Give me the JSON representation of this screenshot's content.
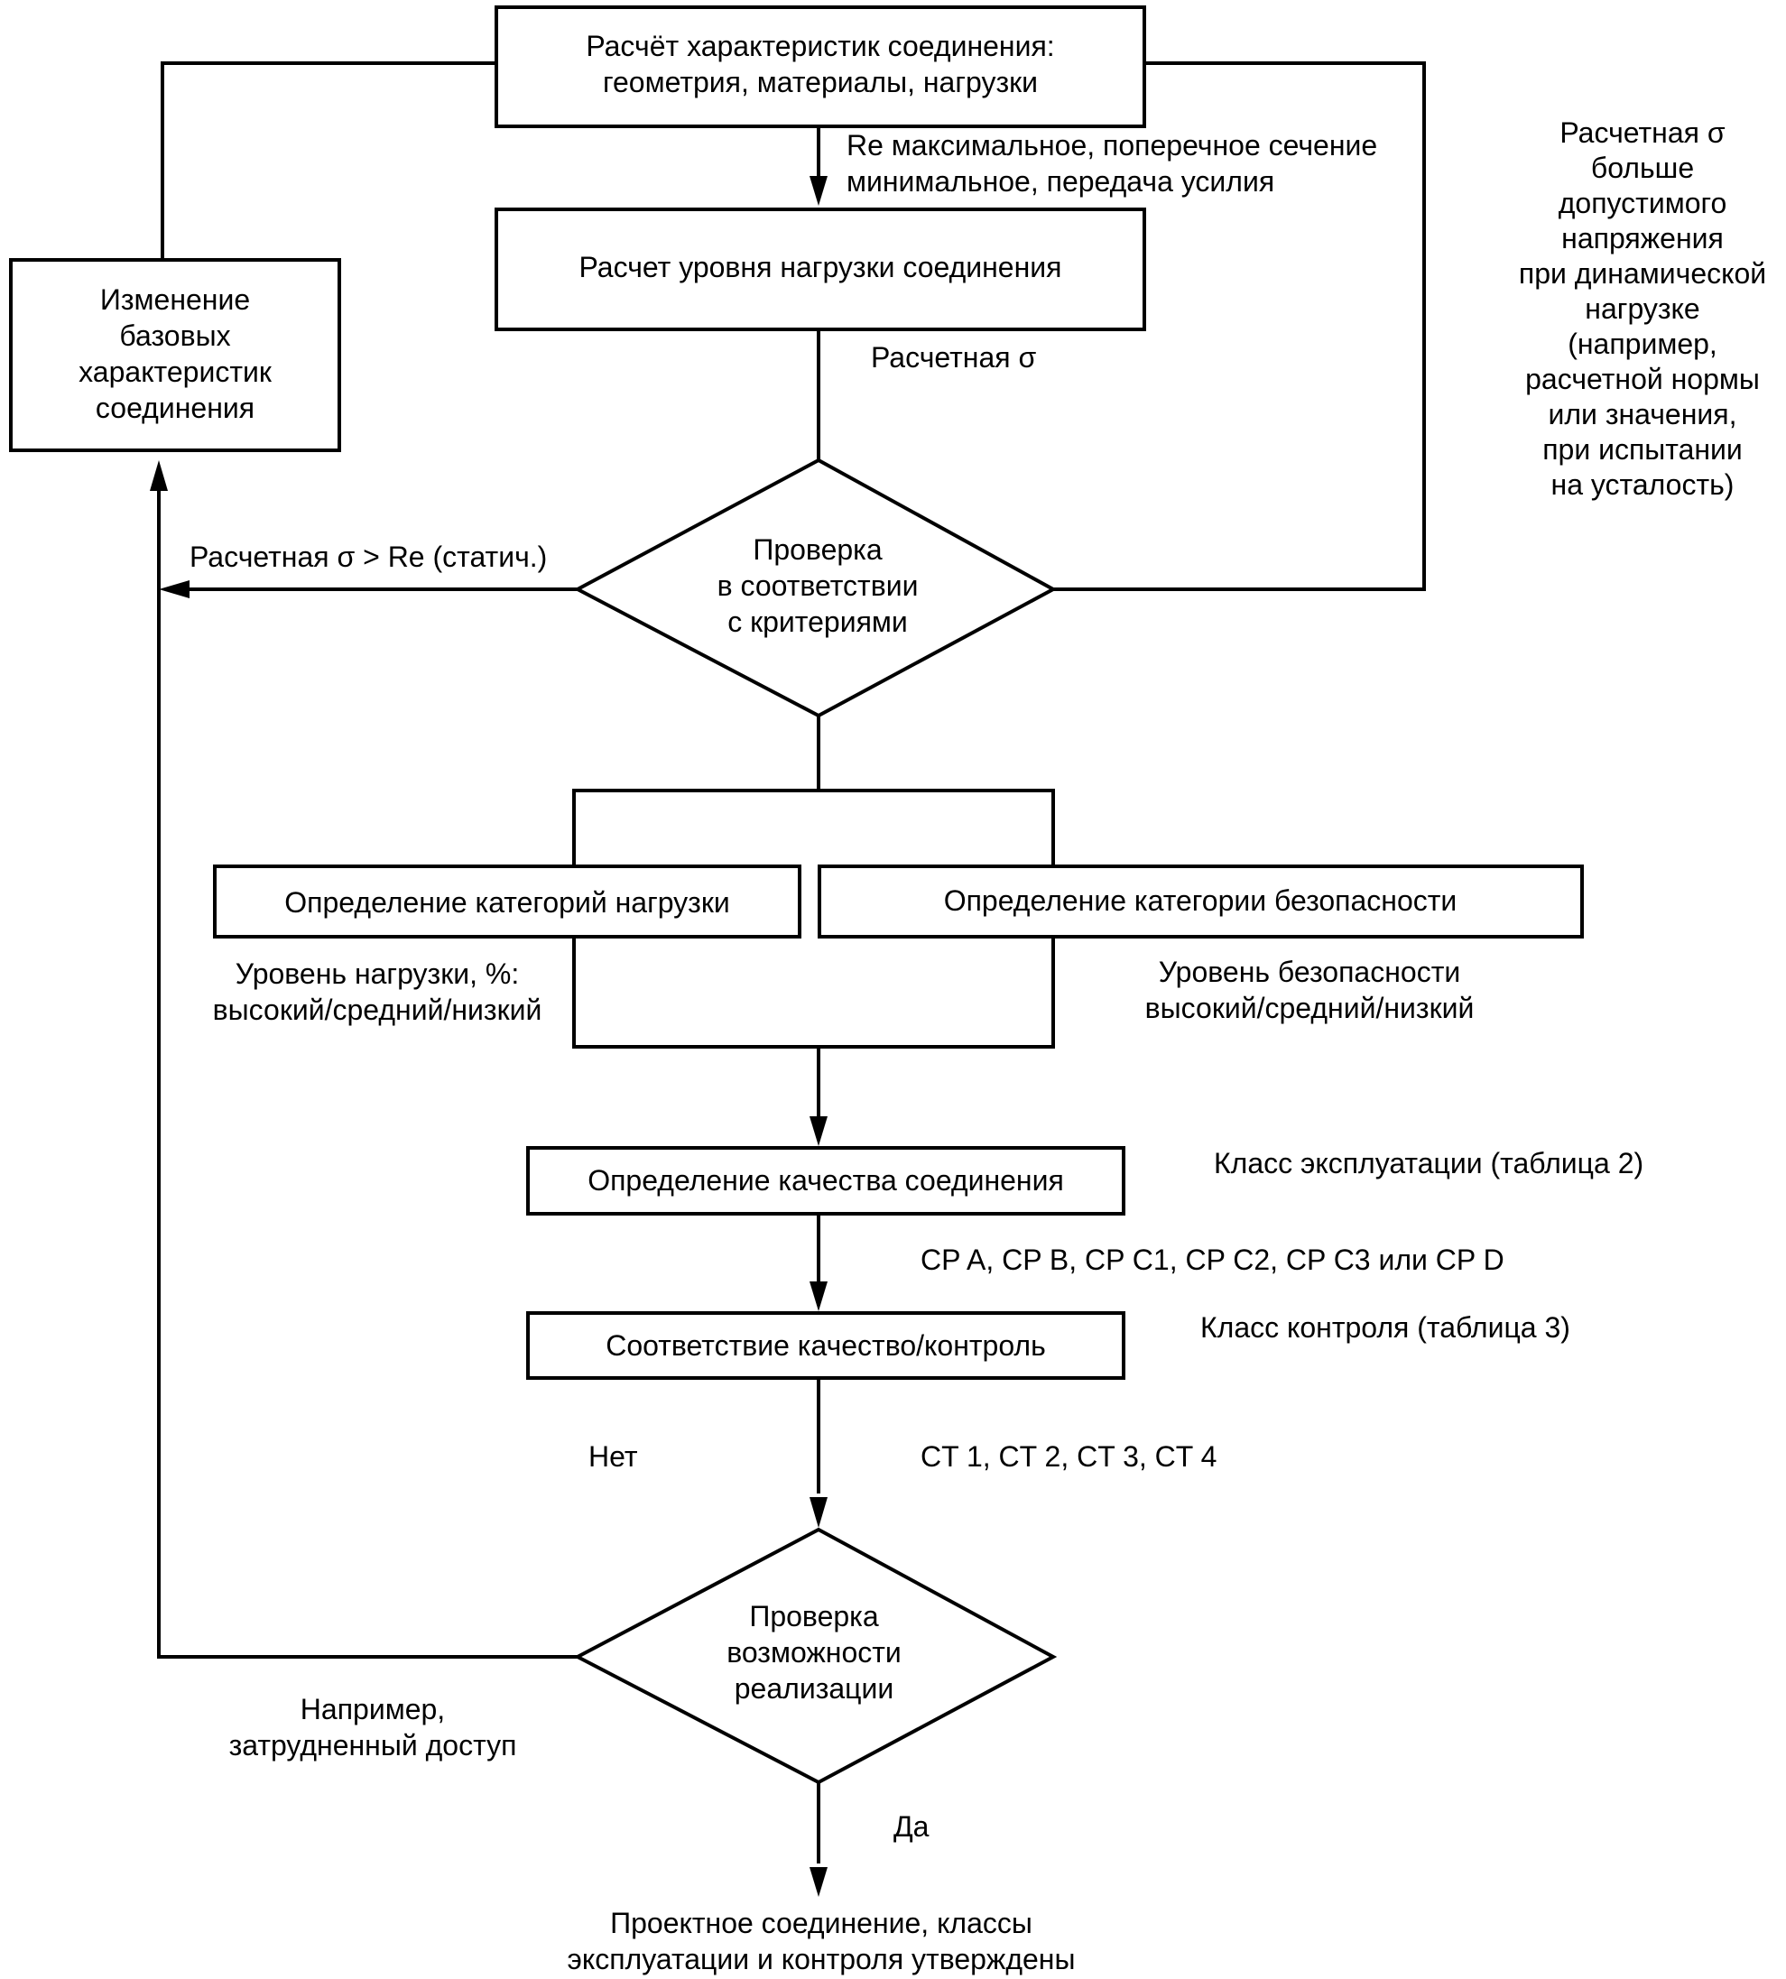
{
  "boxes": {
    "calc_characteristics": [
      "Расчёт характеристик соединения:",
      "геометрия, материалы, нагрузки"
    ],
    "calc_load_level": [
      "Расчет уровня нагрузки соединения"
    ],
    "change_base": [
      "Изменение",
      "базовых",
      "характеристик",
      "соединения"
    ],
    "load_categories": [
      "Определение категорий нагрузки"
    ],
    "safety_category": [
      "Определение категории безопасности"
    ],
    "joint_quality": [
      "Определение качества соединения"
    ],
    "quality_control": [
      "Соответствие качество/контроль"
    ]
  },
  "decisions": {
    "criteria_check": [
      "Проверка",
      "в соответствии",
      "с критериями"
    ],
    "feasibility_check": [
      "Проверка",
      "возможности",
      "реализации"
    ]
  },
  "labels": {
    "re_max": [
      "Re максимальное, поперечное сечение",
      "минимальное, передача усилия"
    ],
    "sigma_calc": "Расчетная σ",
    "sigma_dynamic": [
      "Расчетная σ",
      "больше",
      "допустимого",
      "напряжения",
      "при динамической",
      "нагрузке",
      "(например,",
      "расчетной нормы",
      "или значения,",
      "при испытании",
      "на усталость)"
    ],
    "sigma_static": "Расчетная σ > Re (статич.)",
    "load_level": [
      "Уровень нагрузки, %:",
      "высокий/средний/низкий"
    ],
    "safety_level": [
      "Уровень безопасности",
      "высокий/средний/низкий"
    ],
    "service_class": "Класс эксплуатации (таблица 2)",
    "cp_classes": "CP A, CP B, CP C1, CP C2, CP C3 или CP D",
    "control_class": "Класс контроля (таблица 3)",
    "no": "Нет",
    "ct_classes": "CT 1, CT 2, CT 3, CT 4",
    "example": [
      "Например,",
      "затрудненный доступ"
    ],
    "yes": "Да",
    "final": [
      "Проектное соединение, классы",
      "эксплуатации и контроля утверждены"
    ]
  }
}
